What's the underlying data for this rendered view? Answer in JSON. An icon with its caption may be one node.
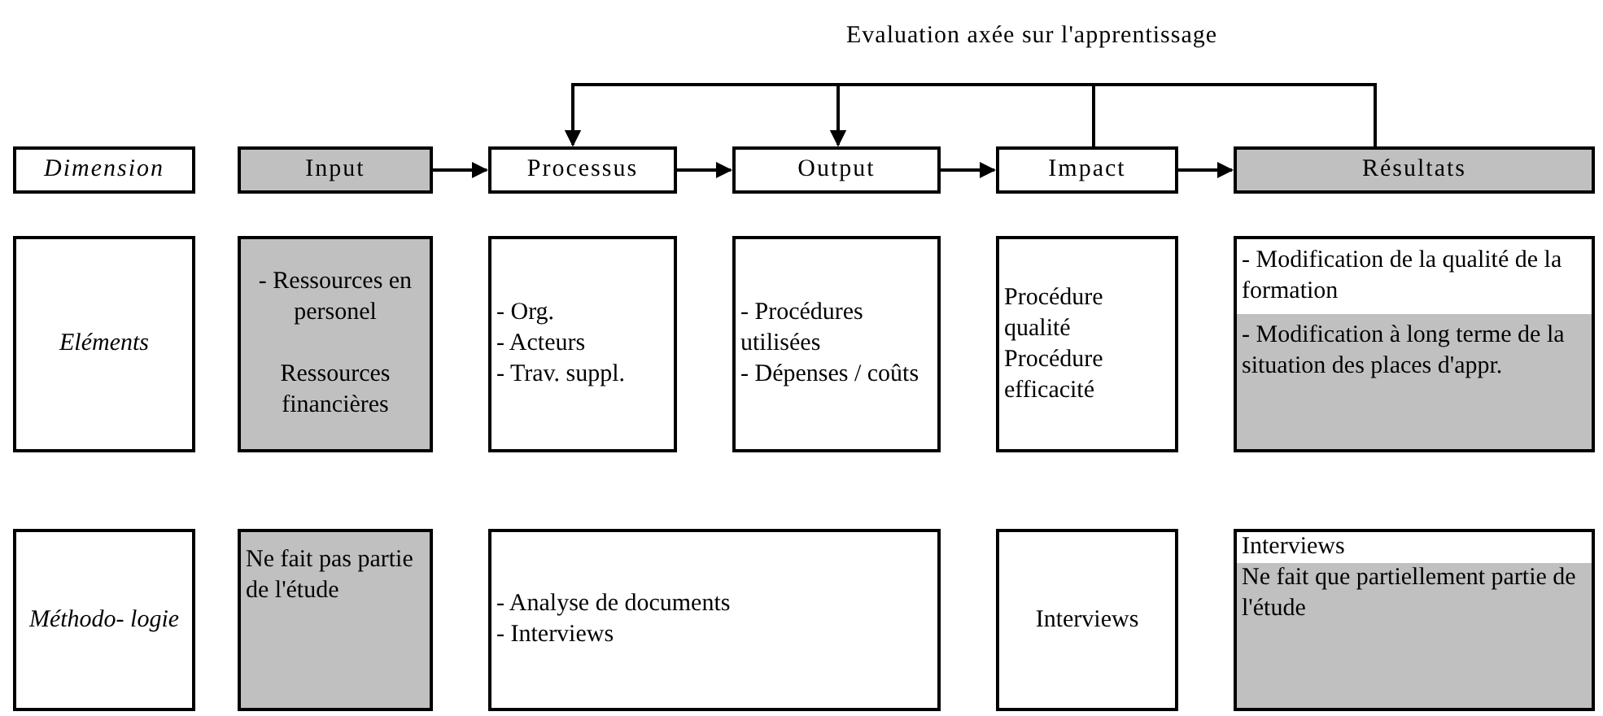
{
  "diagram": {
    "nodes": [
      {
        "text": [
          "Dimension"
        ]
      },
      {
        "text": [
          "Input"
        ]
      },
      {
        "text": [
          "Processus"
        ]
      },
      {
        "text": [
          "Output"
        ]
      },
      {
        "text": [
          "Impact"
        ]
      },
      {
        "text": [
          "Résultats"
        ]
      },
      {
        "text": [
          "Eléments"
        ]
      },
      {
        "text": [
          "- Ressources en personel",
          "Ressources financières"
        ]
      },
      {
        "text": [
          "- Org.",
          "- Acteurs",
          "- Trav. suppl."
        ]
      },
      {
        "text": [
          "- Procédures utilisées",
          "- Dépenses / coûts"
        ]
      },
      {
        "text": [
          "Procédure qualité",
          "Procédure efficacité"
        ]
      },
      {
        "text": [
          "- Modification de la qualité de la formation",
          "- Modification à long terme de la situation des places d'appr."
        ]
      },
      {
        "text": [
          "Méthodo- logie"
        ]
      },
      {
        "text": [
          "Ne fait pas partie de l'étude"
        ]
      },
      {
        "text": [
          "- Analyse de documents",
          "- Interviews"
        ]
      },
      {
        "text": [
          "Interviews"
        ]
      },
      {
        "text": [
          "Interviews",
          "Ne fait que partiellement partie de l'étude"
        ]
      }
    ],
    "edges": [
      {
        "from": 1,
        "to": 2,
        "arrow": "to"
      },
      {
        "from": 2,
        "to": 3,
        "arrow": "to"
      },
      {
        "from": 3,
        "to": 4,
        "arrow": "to"
      },
      {
        "from": 4,
        "to": 5,
        "arrow": "to"
      },
      {
        "from": 4,
        "to": 2,
        "arrow": "to"
      },
      {
        "from": 4,
        "to": 3,
        "arrow": "to"
      },
      {
        "from": 5,
        "to": 2,
        "arrow": "to"
      },
      {
        "from": 5,
        "to": 3,
        "arrow": "to"
      }
    ],
    "labels": [
      "Evaluation axée sur l'apprentissage"
    ]
  }
}
